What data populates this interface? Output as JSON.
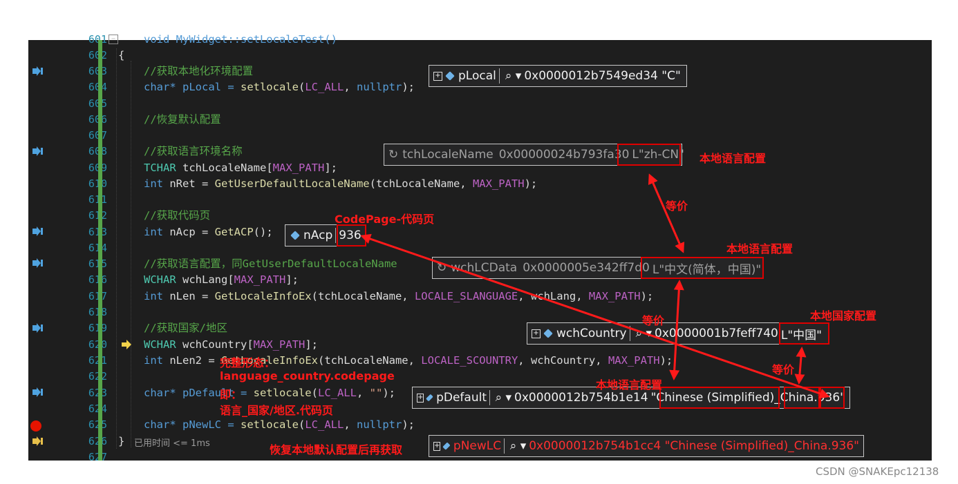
{
  "line_numbers": [
    "601",
    "602",
    "603",
    "604",
    "605",
    "606",
    "607",
    "608",
    "609",
    "610",
    "611",
    "612",
    "613",
    "614",
    "615",
    "616",
    "617",
    "618",
    "619",
    "620",
    "621",
    "622",
    "623",
    "624",
    "625",
    "626",
    "627"
  ],
  "code": {
    "l601": "void MyWidget::setLocaleTest()",
    "l602": "{",
    "l603": "//获取本地化环境配置",
    "l604a": "char* pLocal = ",
    "l604b": "setlocale",
    "l604c": "(",
    "l604d": "LC_ALL",
    "l604e": ", ",
    "l604f": "nullptr",
    "l604g": ");",
    "l606": "//恢复默认配置",
    "l608": "//获取语言环境名称",
    "l609a": "TCHAR",
    "l609b": " tchLocaleName[",
    "l609c": "MAX_PATH",
    "l609d": "];",
    "l610a": "int",
    "l610b": " nRet = ",
    "l610c": "GetUserDefaultLocaleName",
    "l610d": "(tchLocaleName, ",
    "l610e": "MAX_PATH",
    "l610f": ");",
    "l612": "//获取代码页",
    "l613a": "int",
    "l613b": " nAcp = ",
    "l613c": "GetACP",
    "l613d": "();",
    "l615": "//获取语言配置，同GetUserDefaultLocaleName",
    "l616a": "WCHAR",
    "l616b": " wchLang[",
    "l616c": "MAX_PATH",
    "l616d": "];",
    "l617a": "int",
    "l617b": " nLen = ",
    "l617c": "GetLocaleInfoEx",
    "l617d": "(tchLocaleName, ",
    "l617e": "LOCALE_SLANGUAGE",
    "l617f": ", wchLang, ",
    "l617g": "MAX_PATH",
    "l617h": ");",
    "l619": "//获取国家/地区",
    "l620a": "WCHAR",
    "l620b": " wchCountry[",
    "l620c": "MAX_PATH",
    "l620d": "];",
    "l621a": "int",
    "l621b": " nLen2 = ",
    "l621c": "GetLocaleInfoEx",
    "l621d": "(tchLocaleName, ",
    "l621e": "LOCALE_SCOUNTRY",
    "l621f": ", wchCountry, ",
    "l621g": "MAX_PATH",
    "l621h": ");",
    "l623a": "char* pDefault = ",
    "l623b": "setlocale",
    "l623c": "(",
    "l623d": "LC_ALL",
    "l623e": ", ",
    "l623f": "\"\"",
    "l623g": ");",
    "l625a": "char* pNewLC = ",
    "l625b": "setlocale",
    "l625c": "(",
    "l625d": "LC_ALL",
    "l625e": ", ",
    "l625f": "nullptr",
    "l625g": ");",
    "l626": "}",
    "elapsed": "已用时间 <= 1ms"
  },
  "tooltips": {
    "pLocal": {
      "name": "pLocal",
      "value": "0x0000012b7549ed34 \"C\""
    },
    "tchLocaleName": {
      "name": "tchLocaleName",
      "addr": "0x00000024b793fa30",
      "value": "L\"zh-CN\""
    },
    "nAcp": {
      "name": "nAcp",
      "value": "936"
    },
    "wchLCData": {
      "name": "wchLCData",
      "addr": "0x0000005e342ff7d0",
      "value": "L\"中文(简体，中国)\""
    },
    "wchCountry": {
      "name": "wchCountry",
      "addr": "0x0000001b7feff740",
      "value": "L\"中国\""
    },
    "pDefault": {
      "name": "pDefault",
      "addr": "0x0000012b754b1e14",
      "q": "\"",
      "lang": "Chinese (Simplified)",
      "us": "_",
      "country": "China",
      "dot": ".",
      "cp": "936",
      "q2": "\""
    },
    "pNewLC": {
      "name": "pNewLC",
      "value": "0x0000012b754b1cc4 \"Chinese (Simplified)_China.936\""
    }
  },
  "annotations": {
    "local_lang1": "本地语言配置",
    "equiv1": "等价",
    "codepage": "CodePage-代码页",
    "local_lang2": "本地语言配置",
    "equiv2": "等价",
    "local_country": "本地国家配置",
    "equiv3": "等价",
    "local_lang3": "本地语言配置",
    "full_form": "完整形态：",
    "full_form2": "language_country.codepage",
    "full_form3": "即：",
    "full_form4": "语言_国家/地区.代码页",
    "restore": "恢复本地默认配置后再获取"
  },
  "watermark": "CSDN @SNAKEpc12138",
  "colors": {
    "annotation": "#ff1a1a",
    "comment": "#57a64a",
    "keyword": "#569cd6",
    "macro": "#bd63c5"
  }
}
